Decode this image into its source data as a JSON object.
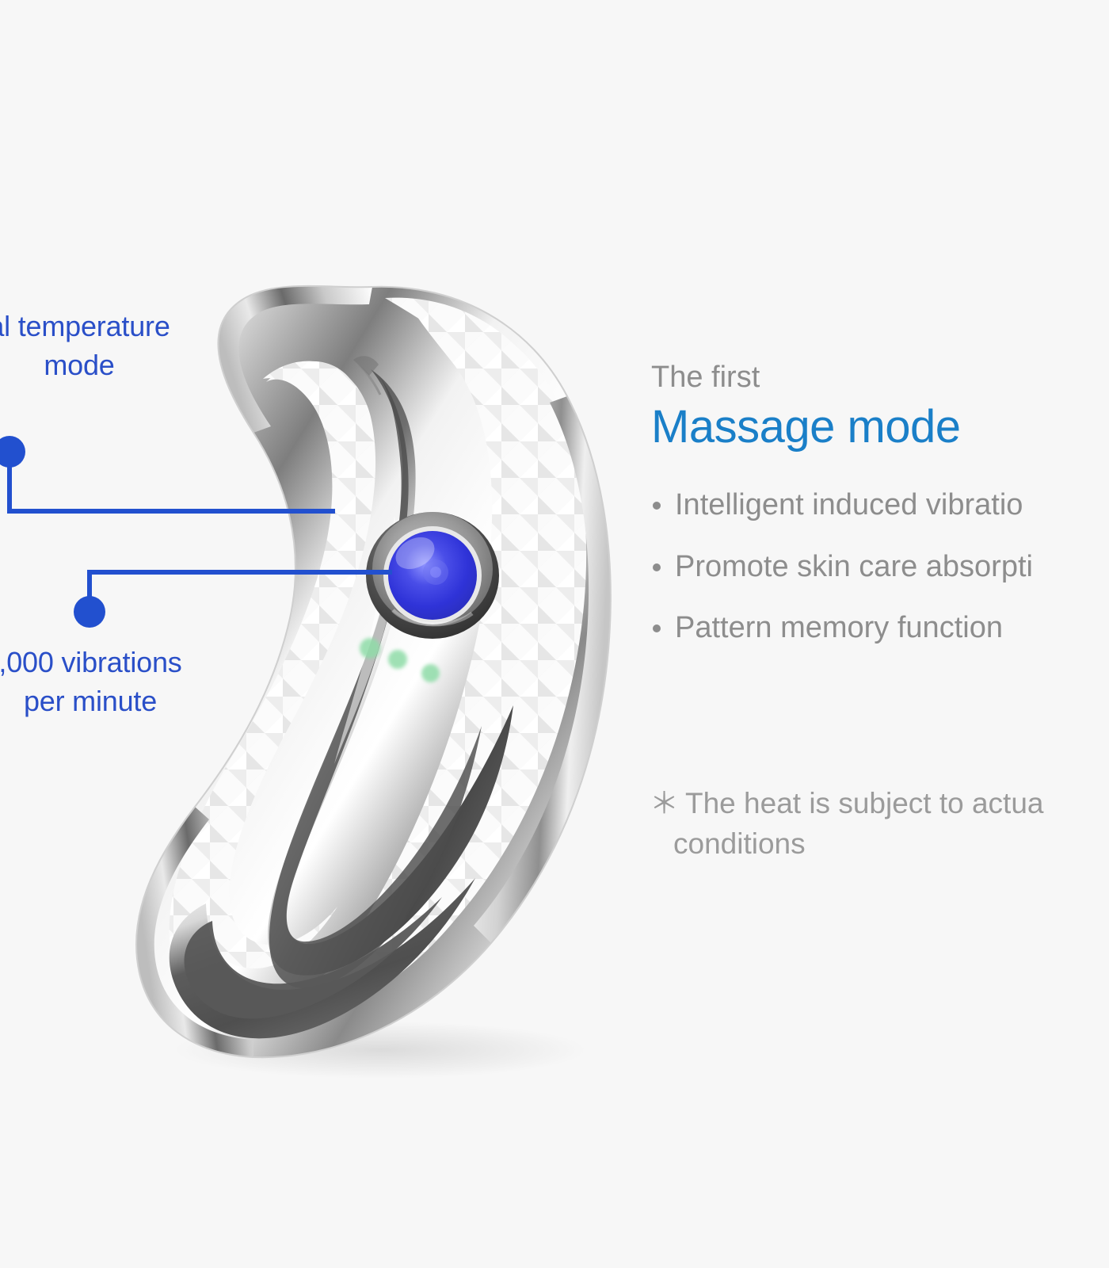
{
  "background_color": "#f7f7f7",
  "colors": {
    "callout_blue": "#2a4fc8",
    "headline_blue": "#1a7fc8",
    "body_gray": "#8d8d8d",
    "led_green": "#8fdca8",
    "button_blue": "#3b3fd6"
  },
  "callouts": [
    {
      "id": "temperature",
      "line_1": "al temperature",
      "line_2": "mode",
      "full_text_clipped": "al temperature mode",
      "note": "text is cut off at the left edge of the image"
    },
    {
      "id": "vibration",
      "line_1": ",000 vibrations",
      "line_2": "per minute",
      "full_text_clipped": ",000 vibrations per minute",
      "note": "text is cut off at the left edge of the image"
    }
  ],
  "right_column": {
    "eyebrow": "The first",
    "headline": "Massage mode",
    "features": [
      "Intelligent induced vibratio",
      "Promote skin care absorpti",
      "Pattern memory function"
    ]
  },
  "footnote": {
    "asterisk": "＊",
    "line_1": "The heat is subject to actua",
    "line_2": "conditions"
  },
  "device": {
    "name": "gua-sha-massager",
    "power_button": "blue-glowing-power-button",
    "indicator_count": 3,
    "surface_texture": "diamond-faceted"
  }
}
